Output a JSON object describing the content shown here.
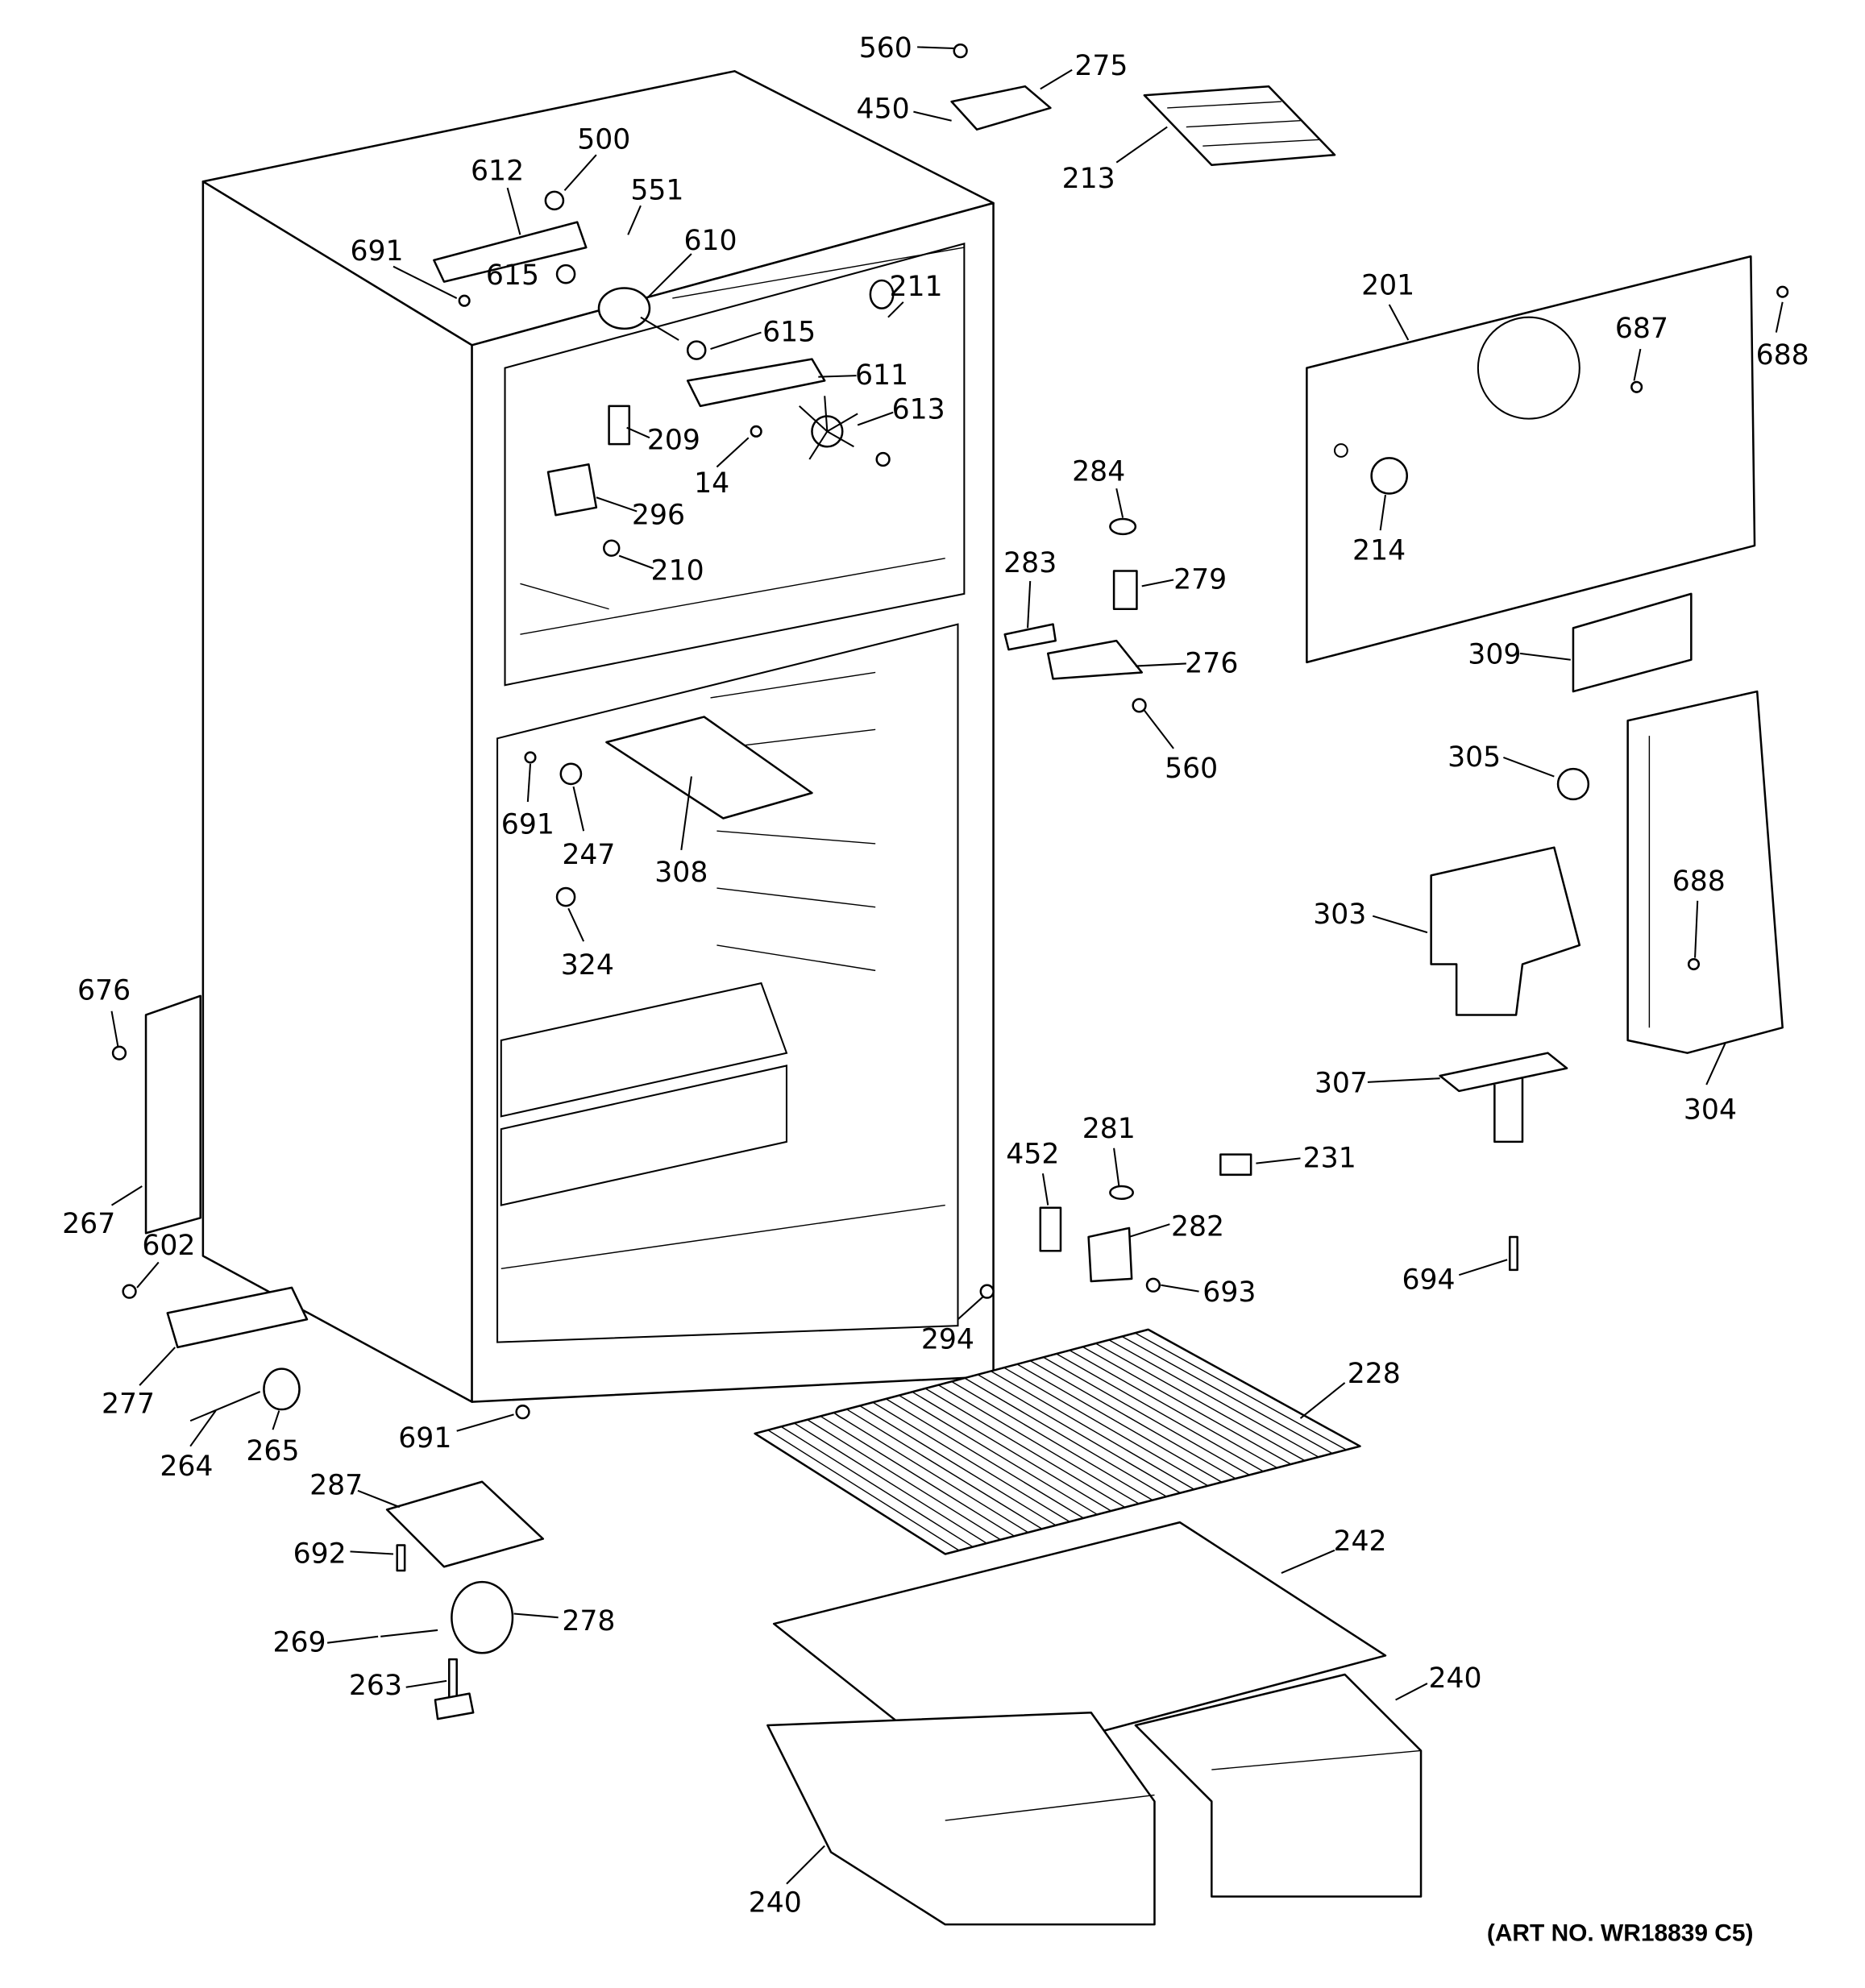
{
  "callouts": [
    "560",
    "275",
    "450",
    "213",
    "500",
    "612",
    "551",
    "610",
    "691",
    "615",
    "211",
    "615",
    "611",
    "613",
    "209",
    "14",
    "296",
    "210",
    "201",
    "687",
    "688",
    "214",
    "284",
    "283",
    "279",
    "276",
    "560",
    "309",
    "305",
    "688",
    "303",
    "304",
    "307",
    "231",
    "691",
    "247",
    "308",
    "324",
    "676",
    "267",
    "602",
    "277",
    "264",
    "265",
    "691",
    "452",
    "281",
    "282",
    "693",
    "294",
    "694",
    "228",
    "287",
    "692",
    "278",
    "269",
    "263",
    "242",
    "240",
    "240"
  ],
  "art_number": "(ART NO. WR18839 C5)",
  "colors": {
    "ink": "#000000",
    "background": "#ffffff"
  }
}
